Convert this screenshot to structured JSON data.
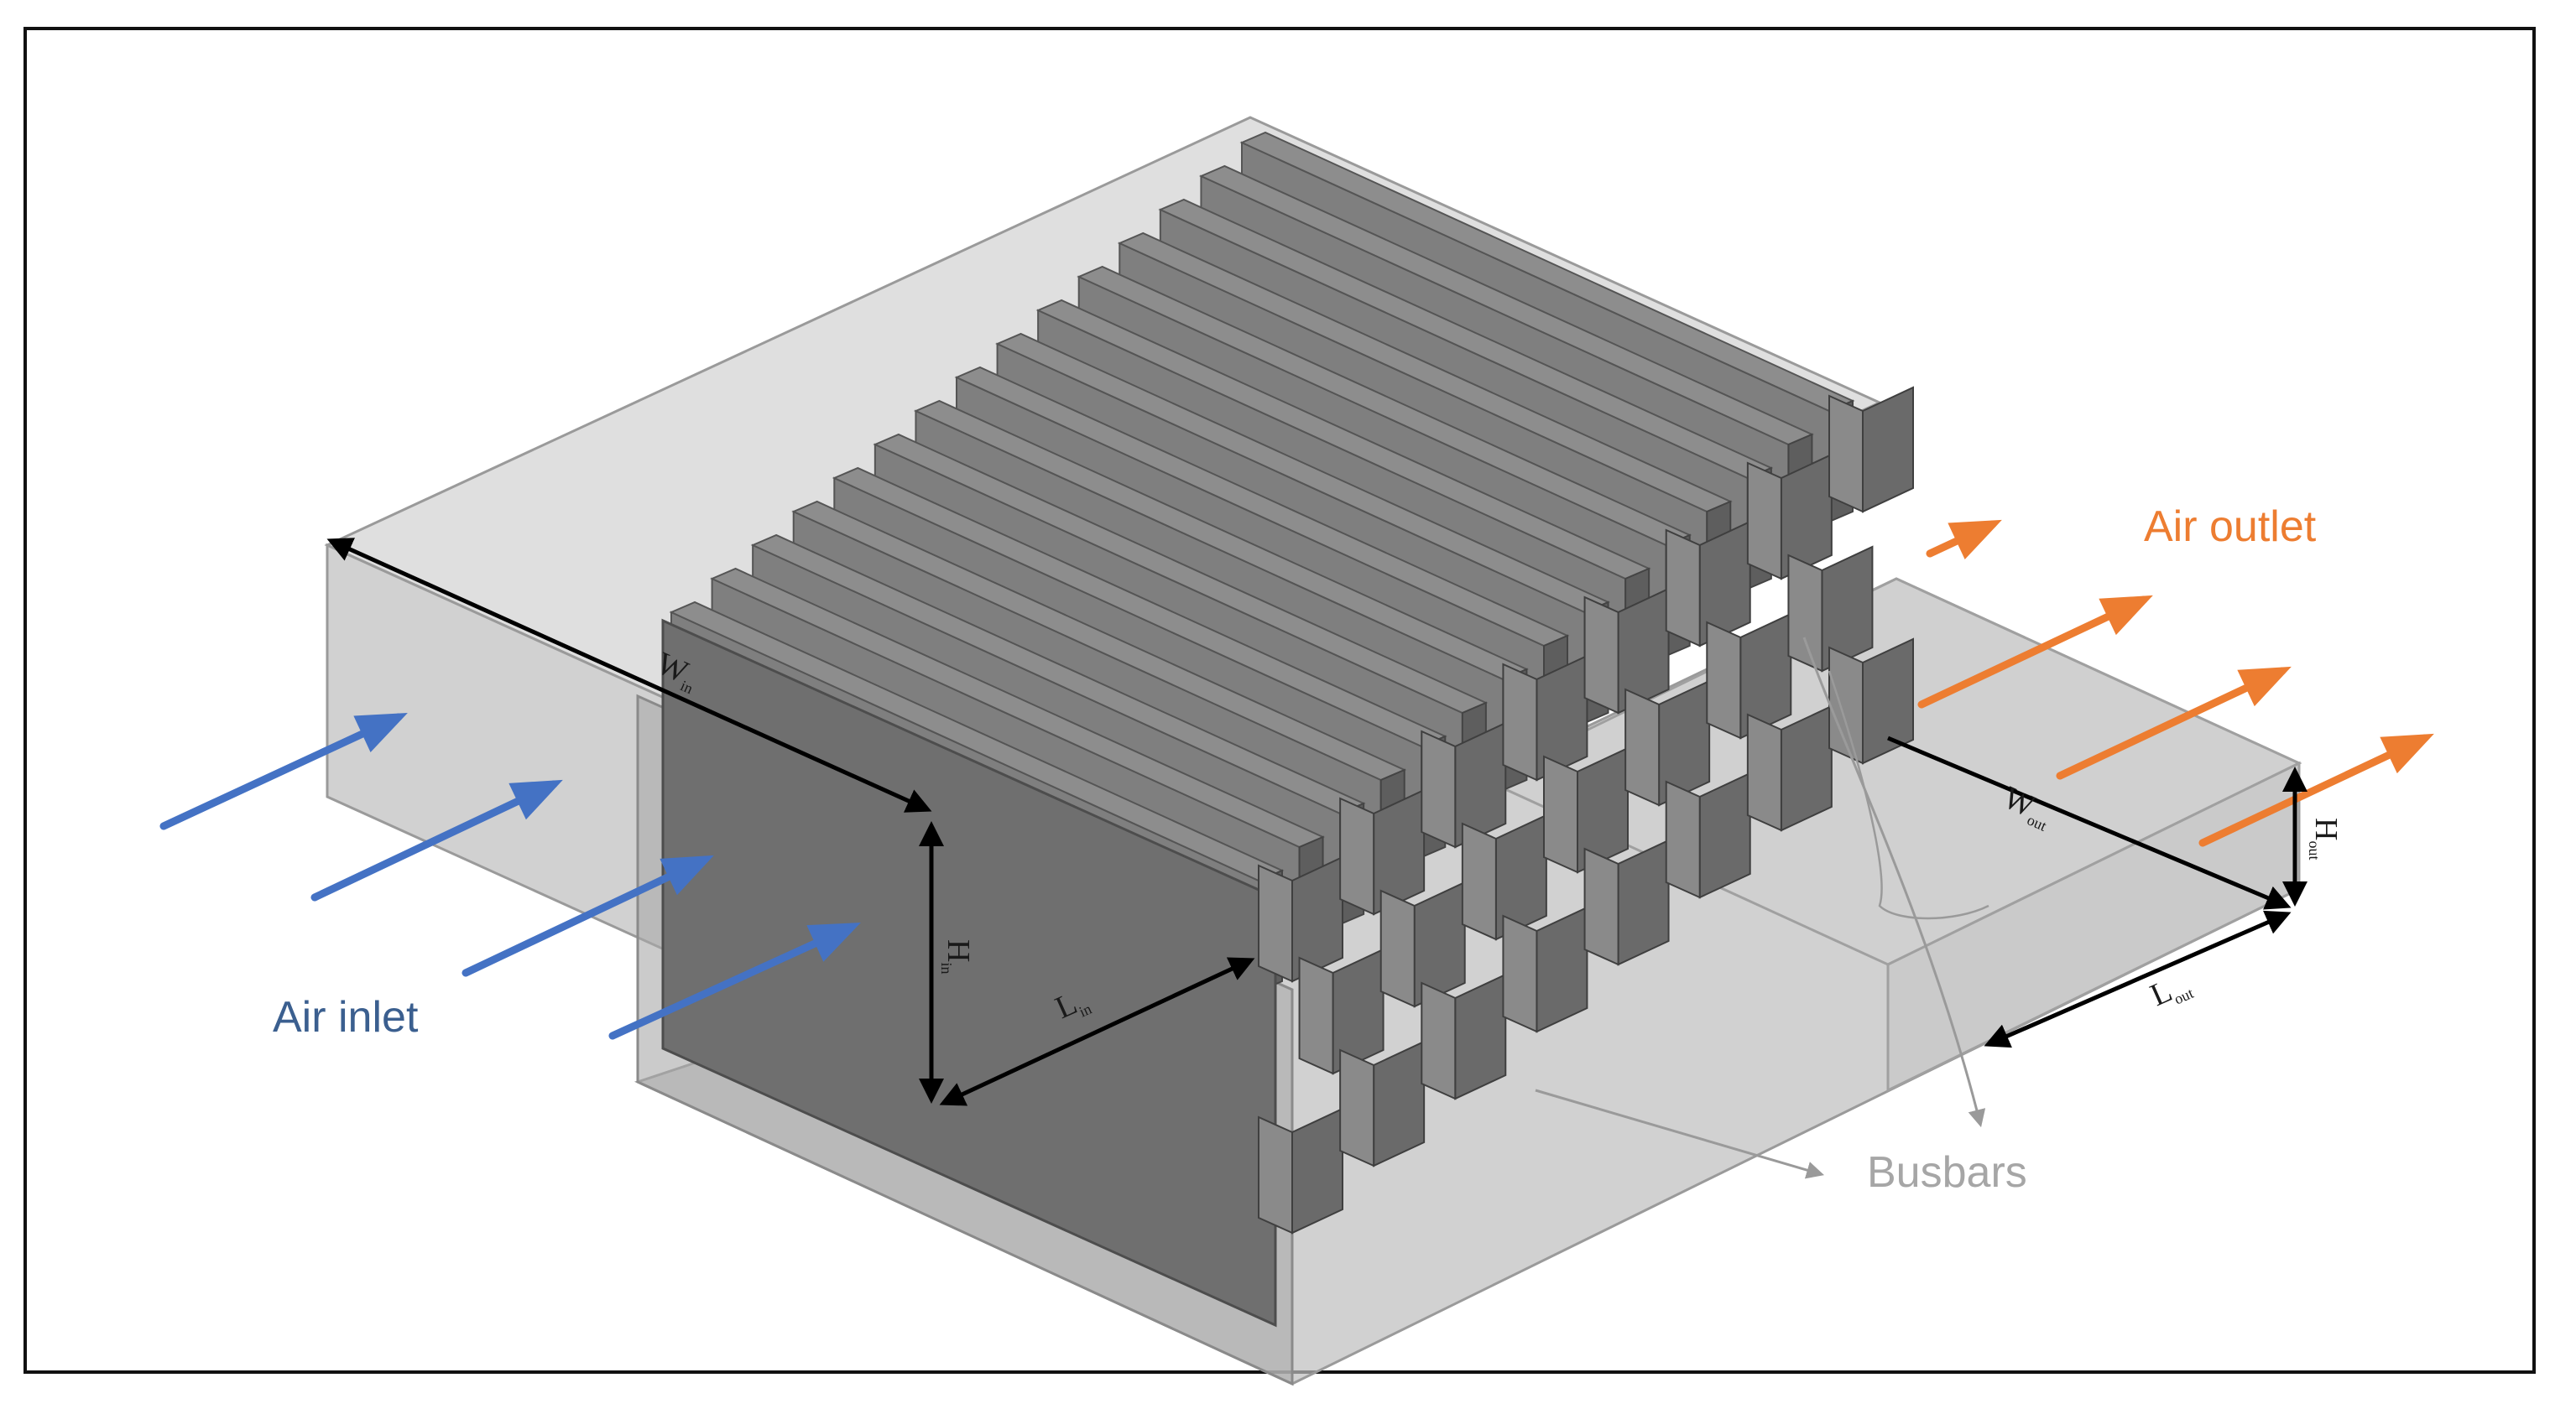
{
  "labels": {
    "air_inlet": "Air inlet",
    "air_outlet": "Air outlet",
    "busbars": "Busbars"
  },
  "dimensions": {
    "w_in": {
      "main": "W",
      "sub": "in"
    },
    "h_in": {
      "main": "H",
      "sub": "in"
    },
    "l_in": {
      "main": "L",
      "sub": "in"
    },
    "w_out": {
      "main": "W",
      "sub": "out"
    },
    "h_out": {
      "main": "H",
      "sub": "out"
    },
    "l_out": {
      "main": "L",
      "sub": "out"
    }
  },
  "colors": {
    "inlet_arrow": "#4472c4",
    "inlet_text": "#3b5f8f",
    "outlet_arrow": "#ed7d31",
    "busbar_text": "#a6a6a6",
    "dimension_line": "#000000",
    "duct_fill": "#c9c9c9",
    "cell_fill": "#7f7f7f",
    "cell_dark": "#5e5e5e"
  },
  "counts": {
    "cells": 15
  }
}
